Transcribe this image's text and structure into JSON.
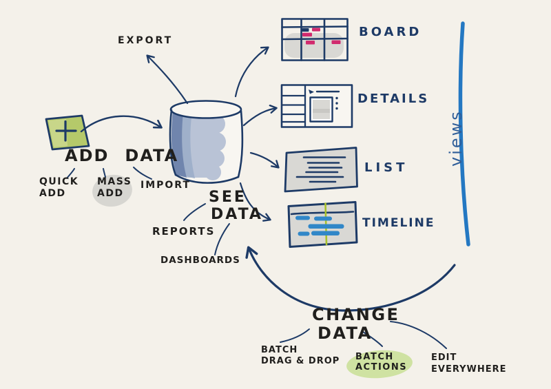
{
  "colors": {
    "background": "#f4f1ea",
    "ink_black": "#201f1d",
    "ink_navy": "#1d3a66",
    "marker_blue": "#2478c2",
    "views_ink": "#2f5e99",
    "bar_blue": "#3187c8",
    "card_pink": "#d12a6e",
    "sticky_green": "#b5c96a",
    "sticky_green_light": "#cbd88e",
    "highlight_green": "#cfe2a2",
    "blob_gray": "#d7d6d1",
    "panel_gray": "#d9d8d4",
    "panel_gray_dark": "#c9c8c4",
    "timeline_green": "#a9c22b",
    "cylinder_dark": "#7085ad",
    "cylinder_mid": "#9fb0ca",
    "cylinder_light": "#b9c3d6",
    "paper_white": "#f8f6f1"
  },
  "icons": {
    "add_sticky": "plus-sticky-note",
    "database": "database-cylinder",
    "board_thumbnail": "board-view-thumbnail",
    "details_thumbnail": "details-view-thumbnail",
    "list_thumbnail": "list-view-thumbnail",
    "timeline_thumbnail": "timeline-view-thumbnail"
  },
  "add_section": {
    "sticky_plus": "+",
    "title_word1": "ADD",
    "title_word2": "DATA",
    "quick_add_line1": "QUICK",
    "quick_add_line2": "ADD",
    "mass_add_line1": "MASS",
    "mass_add_line2": "ADD",
    "import_label": "IMPORT"
  },
  "see_section": {
    "export_label": "EXPORT",
    "title_line1": "SEE",
    "title_line2": "DATA",
    "reports_label": "REPORTS",
    "dashboards_label": "DASHBOARDS"
  },
  "views_section": {
    "axis_label": "views",
    "items": [
      {
        "label": "BOARD"
      },
      {
        "label": "DETAILS"
      },
      {
        "label": "LIST"
      },
      {
        "label": "TIMELINE"
      }
    ]
  },
  "change_section": {
    "title_line1": "CHANGE",
    "title_line2": "DATA",
    "batch_drag_line1": "BATCH",
    "batch_drag_line2": "DRAG & DROP",
    "batch_actions_line1": "BATCH",
    "batch_actions_line2": "ACTIONS",
    "edit_line1": "EDIT",
    "edit_line2": "EVERYWHERE"
  }
}
